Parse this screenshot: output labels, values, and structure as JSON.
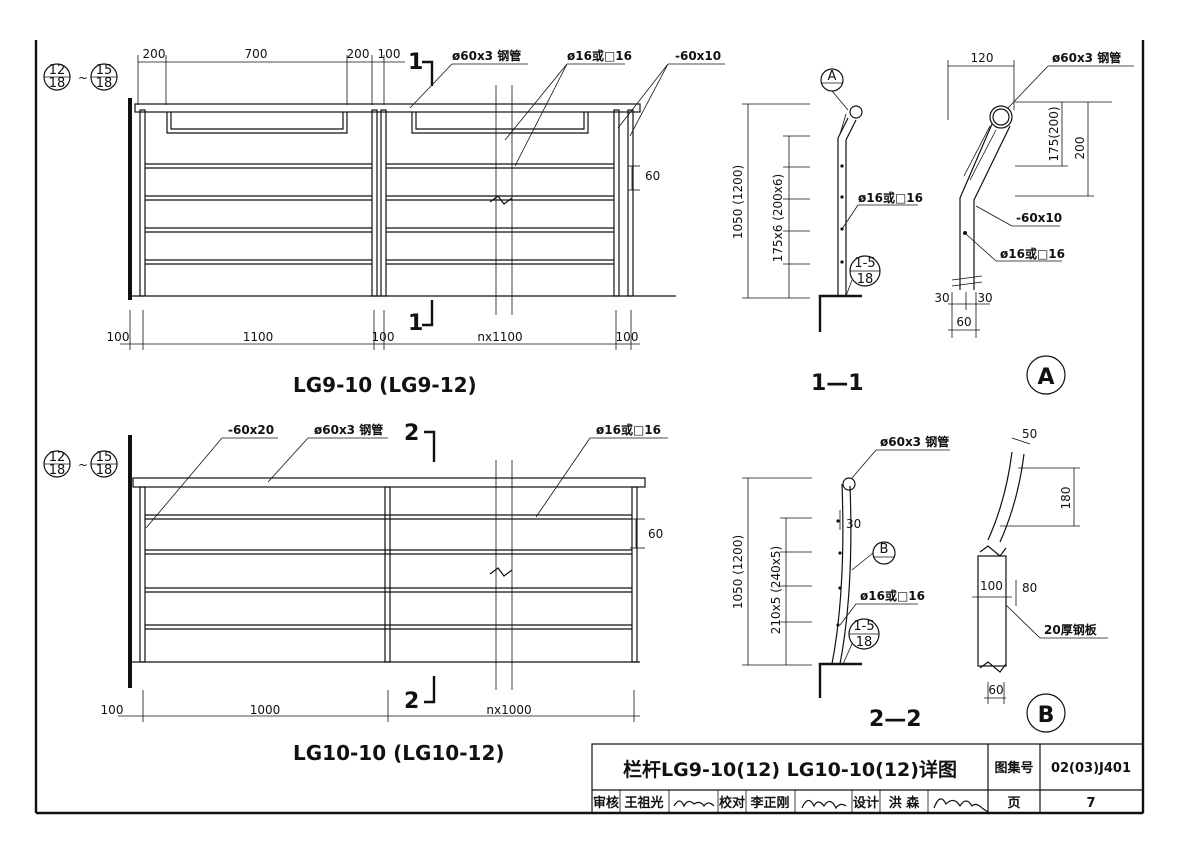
{
  "top_elevation": {
    "ref_left": {
      "top": "12",
      "bottom": "18"
    },
    "ref_right": {
      "top": "15",
      "bottom": "18"
    },
    "dims_top": [
      "200",
      "700",
      "200",
      "100"
    ],
    "dims_bottom": [
      "100",
      "1100",
      "100",
      "nx1100",
      "100"
    ],
    "label_rail": "ø60x3 钢管",
    "label_bar": "ø16或□16",
    "label_flat": "-60x10",
    "dim_60": "60",
    "cut_mark": "1",
    "title": "LG9-10 (LG9-12)"
  },
  "section_1": {
    "ref_letter": "A",
    "dim_total": "1050 (1200)",
    "dim_spacing": "175x6 (200x6)",
    "label_bar": "ø16或□16",
    "ref_circle": {
      "top": "1-5",
      "bottom": "18"
    },
    "title": "1—1"
  },
  "detail_a": {
    "dim_top": "120",
    "label_rail": "ø60x3 钢管",
    "dim_175": "175(200)",
    "dim_200": "200",
    "label_flat": "-60x10",
    "label_bar": "ø16或□16",
    "dim_30a": "30",
    "dim_30b": "30",
    "dim_60": "60",
    "title": "A"
  },
  "bottom_elevation": {
    "ref_left": {
      "top": "12",
      "bottom": "18"
    },
    "ref_right": {
      "top": "15",
      "bottom": "18"
    },
    "label_flat": "-60x20",
    "label_rail": "ø60x3 钢管",
    "label_bar": "ø16或□16",
    "dim_60": "60",
    "cut_mark": "2",
    "dims_bottom": [
      "100",
      "1000",
      "nx1000"
    ],
    "title": "LG10-10 (LG10-12)"
  },
  "section_2": {
    "label_rail": "ø60x3 钢管",
    "dim_total": "1050 (1200)",
    "dim_spacing": "210x5 (240x5)",
    "dim_30": "30",
    "ref_letter": "B",
    "label_bar": "ø16或□16",
    "ref_circle": {
      "top": "1-5",
      "bottom": "18"
    },
    "title": "2—2"
  },
  "detail_b": {
    "dim_50": "50",
    "dim_180": "180",
    "dim_100": "100",
    "dim_80": "80",
    "label_plate": "20厚钢板",
    "dim_60": "60",
    "title": "B"
  },
  "title_block": {
    "title": "栏杆LG9-10(12) LG10-10(12)详图",
    "atlas_label": "图集号",
    "atlas_no": "02(03)J401",
    "review_label": "审核",
    "reviewer": "王祖光",
    "check_label": "校对",
    "checker": "李正刚",
    "design_label": "设计",
    "designer": "洪 森",
    "page_label": "页",
    "page_no": "7"
  }
}
